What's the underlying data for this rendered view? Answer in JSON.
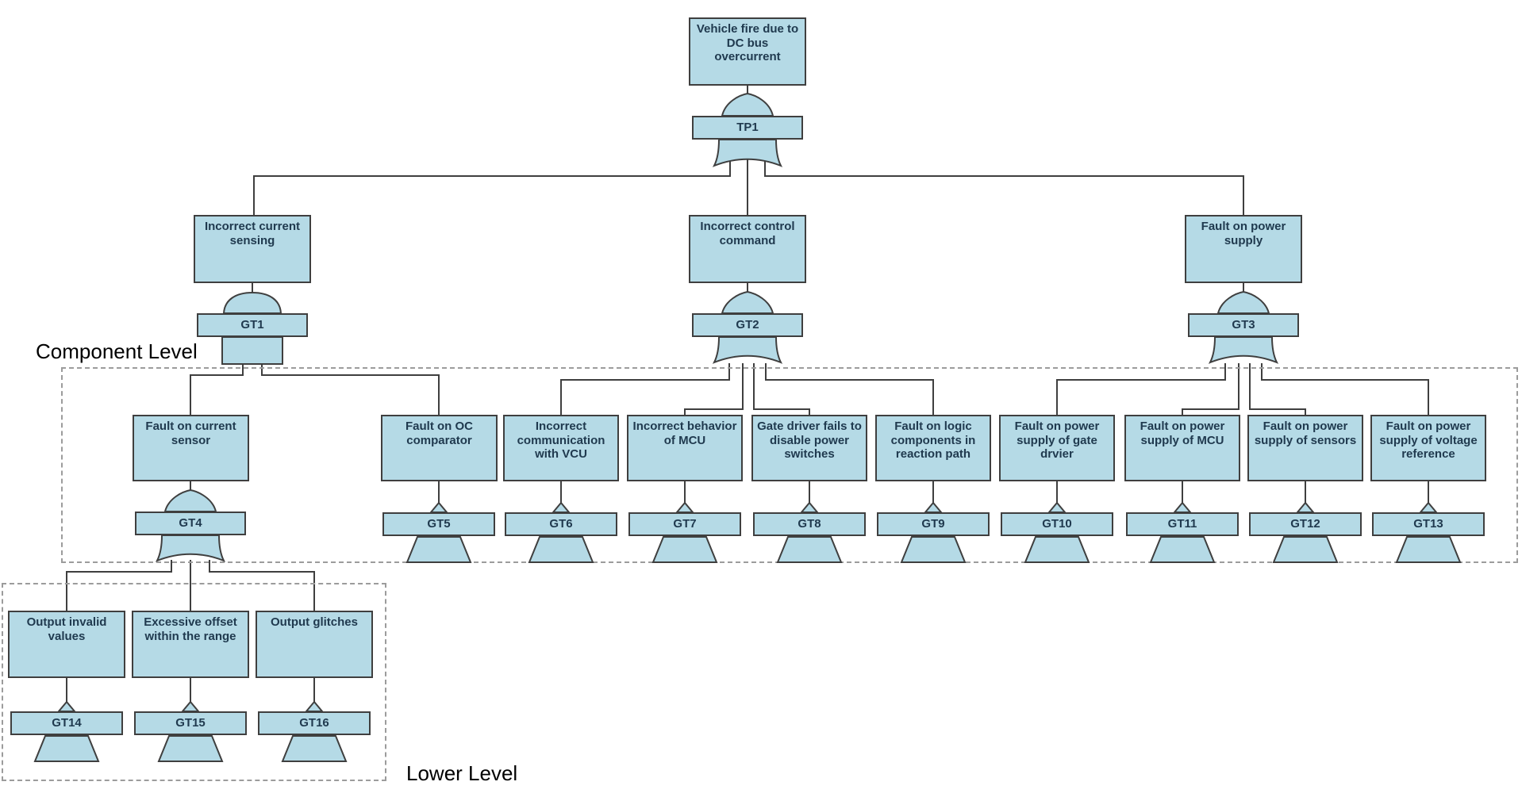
{
  "colors": {
    "background": "#ffffff",
    "node_fill": "#b5dae6",
    "node_border": "#3f3f3f",
    "node_text": "#203a4f",
    "connector": "#3f3f3f",
    "region_border": "#9c9c9c",
    "region_label_text": "#000000"
  },
  "regions": [
    {
      "id": "component-level",
      "label": "Component Level"
    },
    {
      "id": "lower-level",
      "label": "Lower Level"
    }
  ],
  "events": [
    {
      "id": "top",
      "label": "Vehicle fire due to DC bus overcurrent"
    },
    {
      "id": "e1",
      "label": "Incorrect current sensing"
    },
    {
      "id": "e2",
      "label": "Incorrect control command"
    },
    {
      "id": "e3",
      "label": "Fault on power supply"
    },
    {
      "id": "e4",
      "label": "Fault on current sensor"
    },
    {
      "id": "e5",
      "label": "Fault on OC comparator"
    },
    {
      "id": "e6",
      "label": "Incorrect communication with VCU"
    },
    {
      "id": "e7",
      "label": "Incorrect behavior of MCU"
    },
    {
      "id": "e8",
      "label": "Gate driver fails to disable power switches"
    },
    {
      "id": "e9",
      "label": "Fault on logic components in reaction path"
    },
    {
      "id": "e10",
      "label": "Fault on power supply of gate drvier"
    },
    {
      "id": "e11",
      "label": "Fault on power supply of MCU"
    },
    {
      "id": "e12",
      "label": "Fault on power supply of sensors"
    },
    {
      "id": "e13",
      "label": "Fault on power supply of voltage reference"
    },
    {
      "id": "e14",
      "label": "Output invalid values"
    },
    {
      "id": "e15",
      "label": "Excessive offset within the range"
    },
    {
      "id": "e16",
      "label": "Output glitches"
    }
  ],
  "gates": [
    {
      "id": "TP1",
      "label": "TP1",
      "type": "or"
    },
    {
      "id": "GT1",
      "label": "GT1",
      "type": "and"
    },
    {
      "id": "GT2",
      "label": "GT2",
      "type": "or"
    },
    {
      "id": "GT3",
      "label": "GT3",
      "type": "or"
    },
    {
      "id": "GT4",
      "label": "GT4",
      "type": "or"
    },
    {
      "id": "GT5",
      "label": "GT5",
      "type": "transfer"
    },
    {
      "id": "GT6",
      "label": "GT6",
      "type": "transfer"
    },
    {
      "id": "GT7",
      "label": "GT7",
      "type": "transfer"
    },
    {
      "id": "GT8",
      "label": "GT8",
      "type": "transfer"
    },
    {
      "id": "GT9",
      "label": "GT9",
      "type": "transfer"
    },
    {
      "id": "GT10",
      "label": "GT10",
      "type": "transfer"
    },
    {
      "id": "GT11",
      "label": "GT11",
      "type": "transfer"
    },
    {
      "id": "GT12",
      "label": "GT12",
      "type": "transfer"
    },
    {
      "id": "GT13",
      "label": "GT13",
      "type": "transfer"
    },
    {
      "id": "GT14",
      "label": "GT14",
      "type": "transfer"
    },
    {
      "id": "GT15",
      "label": "GT15",
      "type": "transfer"
    },
    {
      "id": "GT16",
      "label": "GT16",
      "type": "transfer"
    }
  ]
}
